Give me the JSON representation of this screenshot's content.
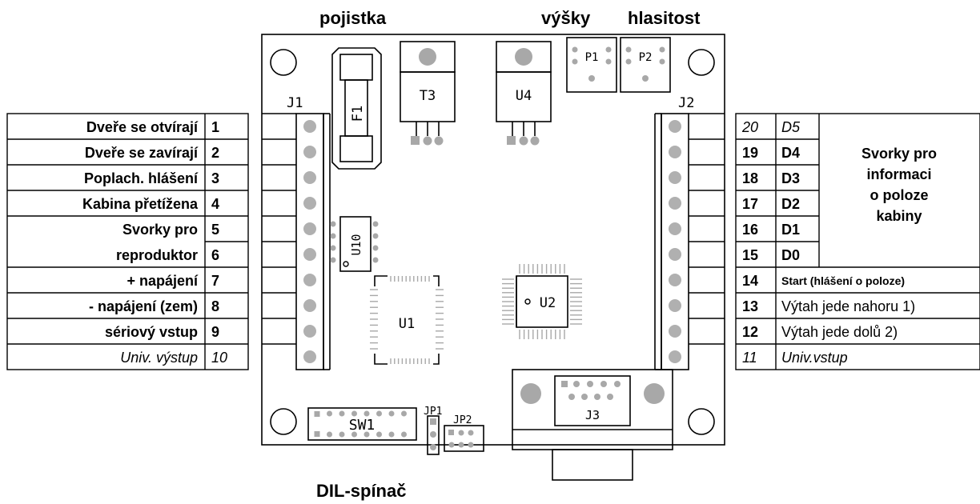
{
  "labels": {
    "fuse": "pojistka",
    "treble": "výšky",
    "volume": "hlasitost",
    "dil_switch": "DIL-spínač"
  },
  "components": {
    "J1": "J1",
    "J2": "J2",
    "J3": "J3",
    "F1": "F1",
    "T3": "T3",
    "U4": "U4",
    "P1": "P1",
    "P2": "P2",
    "U10": "U10",
    "U1": "U1",
    "U2": "U2",
    "SW1": "SW1",
    "JP1": "JP1",
    "JP2": "JP2"
  },
  "left_table": [
    {
      "label": "Dveře se otvírají",
      "num": "1"
    },
    {
      "label": "Dveře se zavírají",
      "num": "2"
    },
    {
      "label": "Poplach. hlášení",
      "num": "3"
    },
    {
      "label": "Kabina přetížena",
      "num": "4"
    },
    {
      "label": "Svorky pro",
      "num": "5"
    },
    {
      "label": "reproduktor",
      "num": "6"
    },
    {
      "label": "+ napájení",
      "num": "7"
    },
    {
      "label": "- napájení (zem)",
      "num": "8"
    },
    {
      "label": "sériový vstup",
      "num": "9"
    },
    {
      "label": "Univ. výstup",
      "num": "10"
    }
  ],
  "right_table": {
    "position_rows": [
      {
        "num": "20",
        "code": "D5"
      },
      {
        "num": "19",
        "code": "D4"
      },
      {
        "num": "18",
        "code": "D3"
      },
      {
        "num": "17",
        "code": "D2"
      },
      {
        "num": "16",
        "code": "D1"
      },
      {
        "num": "15",
        "code": "D0"
      }
    ],
    "position_text": [
      "Svorky pro",
      "informaci",
      "o poloze",
      "kabiny"
    ],
    "other_rows": [
      {
        "num": "14",
        "label": "Start (hlášení o poloze)"
      },
      {
        "num": "13",
        "label": "Výtah jede nahoru 1)"
      },
      {
        "num": "12",
        "label": "Výtah jede dolů 2)"
      },
      {
        "num": "11",
        "label": "Univ.vstup"
      }
    ]
  }
}
